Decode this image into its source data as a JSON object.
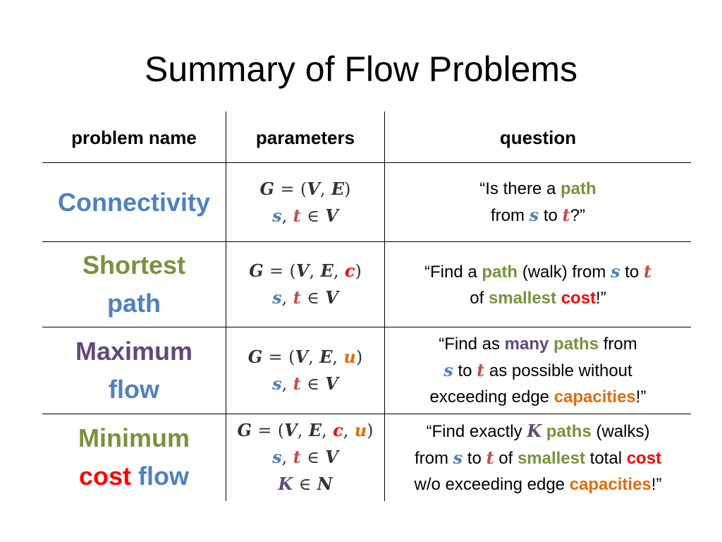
{
  "title": "Summary of Flow Problems",
  "headers": {
    "problem_name": "problem name",
    "parameters": "parameters",
    "question": "question"
  },
  "rows": [
    {
      "name_lines": [
        "Connectivity"
      ],
      "params": [
        "G = (V, E)",
        "s, t ∈ V"
      ],
      "question": "“Is there a path from s to t?”"
    },
    {
      "name_lines": [
        "Shortest",
        "path"
      ],
      "params": [
        "G = (V, E, c)",
        "s, t ∈ V"
      ],
      "question": "“Find a path (walk) from s to t of smallest cost!”"
    },
    {
      "name_lines": [
        "Maximum",
        "flow"
      ],
      "params": [
        "G = (V, E, u)",
        "s, t ∈ V"
      ],
      "question": "“Find as many paths from s to t as possible without exceeding edge capacities!”"
    },
    {
      "name_lines": [
        "Minimum",
        "cost flow"
      ],
      "params": [
        "G = (V, E, c, u)",
        "s, t ∈ V",
        "K ∈ N"
      ],
      "question": "“Find exactly K paths (walks) from s to t of smallest total cost w/o exceeding edge capacities!”"
    }
  ],
  "colors": {
    "blue": "#4f81bd",
    "green": "#77933c",
    "purple": "#5f497a",
    "red": "#ff0000",
    "dark_red": "#c0504d",
    "orange": "#e36c09"
  }
}
